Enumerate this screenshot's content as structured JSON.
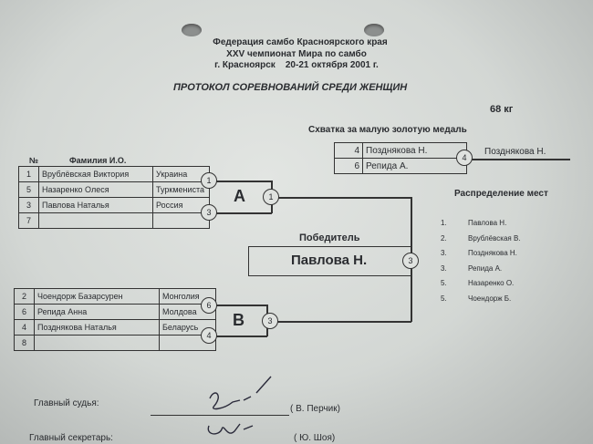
{
  "header": {
    "line1": "Федерация самбо Красноярского края",
    "line2": "XXV чемпионат Мира по самбо",
    "line3": "г. Красноярск    20-21 октября 2001 г.",
    "title": "ПРОТОКОЛ СОРЕВНОВАНИЙ СРЕДИ ЖЕНЩИН",
    "weight": "68 кг"
  },
  "columns": {
    "num": "№",
    "name": "Фамилия И.О."
  },
  "pool_a": {
    "label": "A",
    "rows": [
      {
        "num": "1",
        "name": "Врублёвская Виктория",
        "country": "Украина"
      },
      {
        "num": "5",
        "name": "Назаренко Олеся",
        "country": "Туркмениста"
      },
      {
        "num": "3",
        "name": "Павлова Наталья",
        "country": "Россия"
      },
      {
        "num": "7",
        "name": "",
        "country": ""
      }
    ],
    "circles": [
      "1",
      "3"
    ],
    "winner": "1"
  },
  "pool_b": {
    "label": "B",
    "rows": [
      {
        "num": "2",
        "name": "Чоендорж Базарсурен",
        "country": "Монголия"
      },
      {
        "num": "6",
        "name": "Репида Анна",
        "country": "Молдова"
      },
      {
        "num": "4",
        "name": "Позднякова Наталья",
        "country": "Беларусь"
      },
      {
        "num": "8",
        "name": "",
        "country": ""
      }
    ],
    "circles": [
      "6",
      "4"
    ],
    "winner": "3"
  },
  "final": {
    "label": "Победитель",
    "winner": "Павлова Н.",
    "circle": "3"
  },
  "bronze": {
    "title": "Схватка за малую золотую медаль",
    "rows": [
      {
        "num": "4",
        "name": "Позднякова Н."
      },
      {
        "num": "6",
        "name": "Репида А."
      }
    ],
    "circle": "4",
    "winner": "Позднякова Н."
  },
  "places": {
    "title": "Распределение мест",
    "items": [
      {
        "place": "1.",
        "name": "Павлова Н."
      },
      {
        "place": "2.",
        "name": "Врублёвская В."
      },
      {
        "place": "3.",
        "name": "Позднякова Н."
      },
      {
        "place": "3.",
        "name": "Репида А."
      },
      {
        "place": "5.",
        "name": "Назаренко О."
      },
      {
        "place": "5.",
        "name": "Чоендорж Б."
      }
    ]
  },
  "signatures": {
    "judge_label": "Главный судья:",
    "judge_name": "( В. Перчик)",
    "secretary_label": "Главный секретарь:",
    "secretary_name": "( Ю. Шоя)"
  }
}
